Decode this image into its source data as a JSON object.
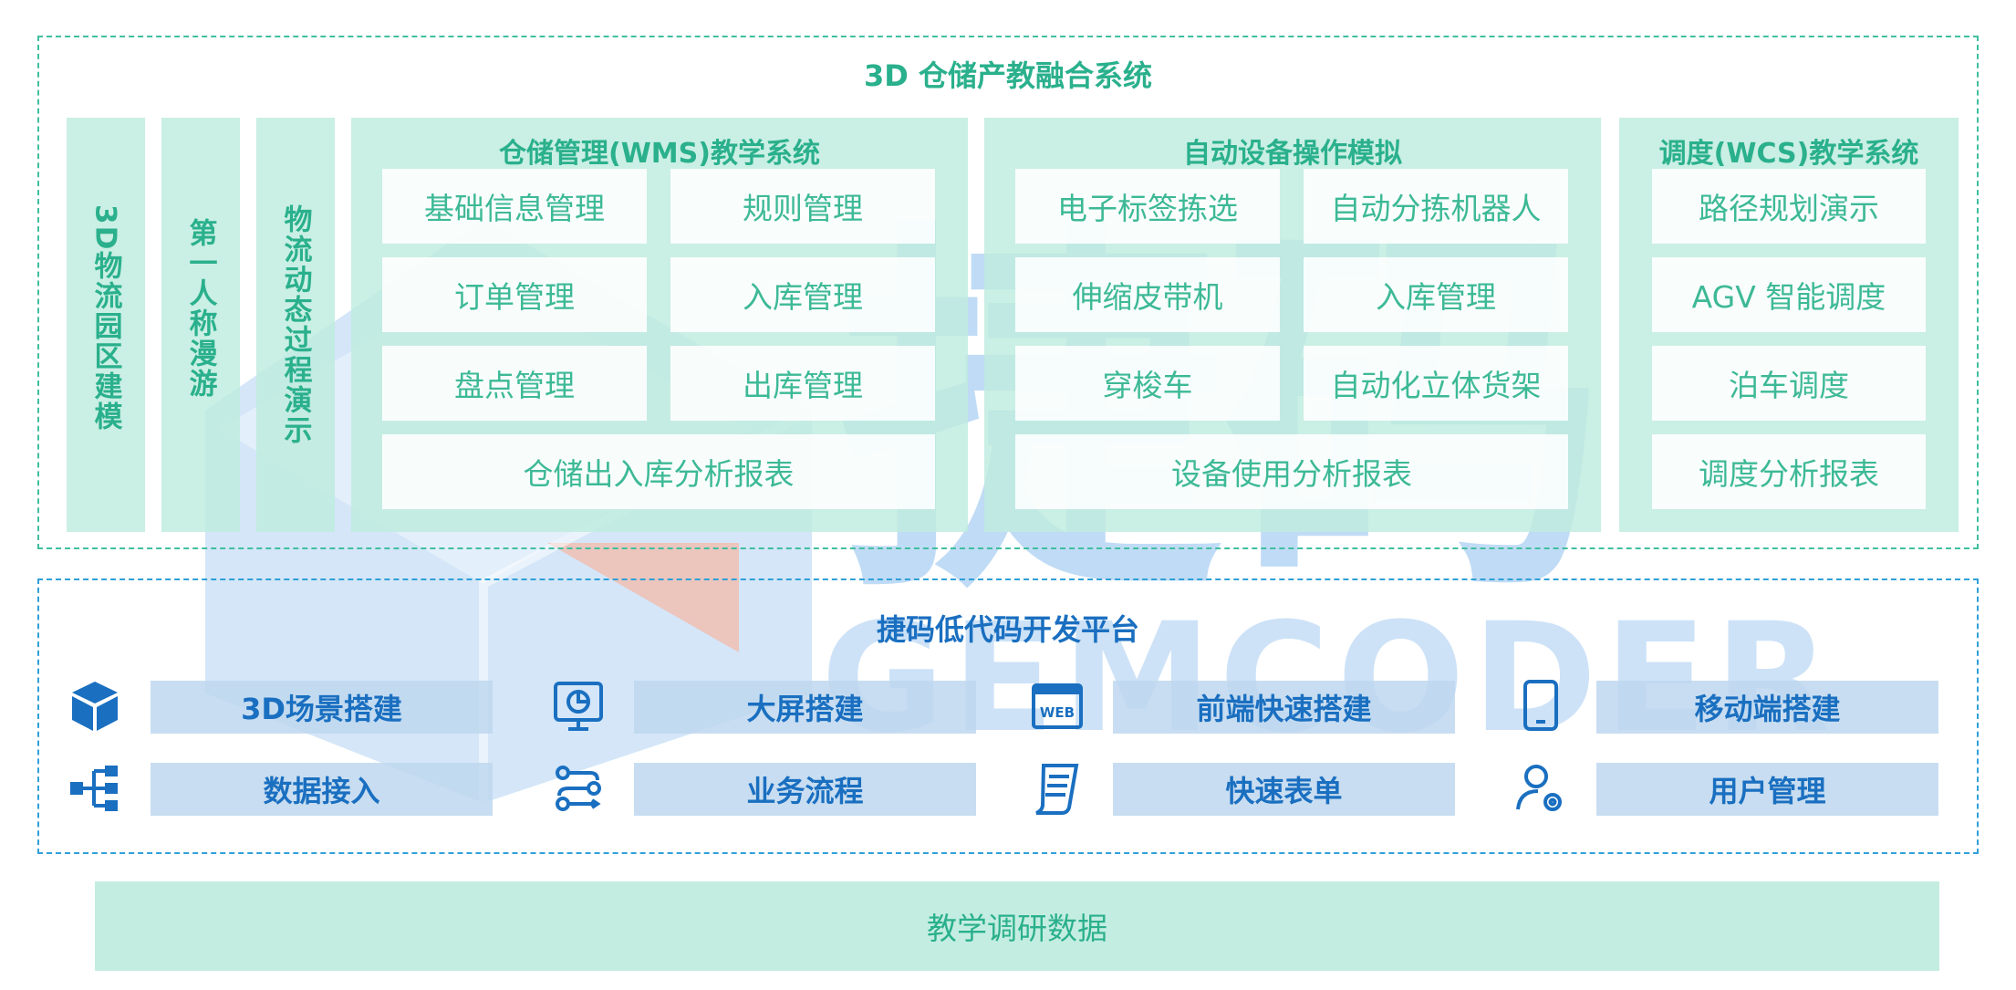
{
  "top": {
    "title": "3D 仓储产教融合系统",
    "side_columns": [
      "3D物流园区建模",
      "第一人称漫游",
      "物流动态过程演示"
    ],
    "wms": {
      "title": "仓储管理(WMS)教学系统",
      "cells": [
        "基础信息管理",
        "规则管理",
        "订单管理",
        "入库管理",
        "盘点管理",
        "出库管理"
      ],
      "report": "仓储出入库分析报表"
    },
    "equipment": {
      "title": "自动设备操作模拟",
      "cells": [
        "电子标签拣选",
        "自动分拣机器人",
        "伸缩皮带机",
        "入库管理",
        "穿梭车",
        "自动化立体货架"
      ],
      "report": "设备使用分析报表"
    },
    "wcs": {
      "title": "调度(WCS)教学系统",
      "cells": [
        "路径规划演示",
        "AGV 智能调度",
        "泊车调度",
        "调度分析报表"
      ]
    }
  },
  "platform": {
    "title": "捷码低代码开发平台",
    "rows": [
      [
        {
          "icon": "cube-icon",
          "label": "3D场景搭建"
        },
        {
          "icon": "dashboard-screen-icon",
          "label": "大屏搭建"
        },
        {
          "icon": "web-icon",
          "label": "前端快速搭建"
        },
        {
          "icon": "tablet-icon",
          "label": "移动端搭建"
        }
      ],
      [
        {
          "icon": "data-tree-icon",
          "label": "数据接入"
        },
        {
          "icon": "workflow-icon",
          "label": "业务流程"
        },
        {
          "icon": "form-icon",
          "label": "快速表单"
        },
        {
          "icon": "user-settings-icon",
          "label": "用户管理"
        }
      ]
    ],
    "web_badge": "WEB"
  },
  "base": {
    "label": "教学调研数据"
  },
  "watermark": {
    "brand_cn": "捷码",
    "brand_en": "GEMCODER"
  },
  "colors": {
    "green": "#2ab08c",
    "green_fill": "#bfeede",
    "blue": "#1a6fc0",
    "blue_fill": "#bed7ee",
    "frame_blue": "#2fa0d8"
  }
}
